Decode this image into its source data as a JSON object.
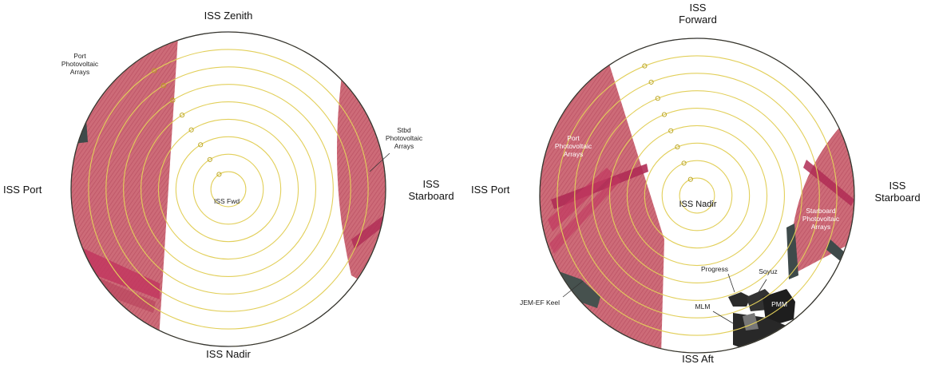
{
  "colors": {
    "ring": "#e2cf5a",
    "array_fill": "#cc6a76",
    "array_stripe": "#b8405a",
    "dark_strip": "#c0305a",
    "outline": "#333333",
    "hardware": "#2b2b2b"
  },
  "left_view": {
    "top_label": "ISS Zenith",
    "bottom_label": "ISS Nadir",
    "left_label": "ISS Port",
    "right_label": "ISS\nStarboard",
    "center_label": "ISS Fwd",
    "port_arrays_label": "Port\nPhotovoltaic\nArrays",
    "stbd_arrays_label": "Stbd\nPhotovoltaic\nArrays"
  },
  "right_view": {
    "top_label": "ISS\nForward",
    "bottom_label": "ISS Aft",
    "left_label": "ISS Port",
    "right_label": "ISS\nStarboard",
    "center_label": "ISS Nadir",
    "port_arrays_label": "Port\nPhotovoltaic\nArrays",
    "starboard_arrays_label": "Starboard\nPhotovoltaic\nArrays",
    "jem_label": "JEM-EF Keel",
    "progress_label": "Progress",
    "soyuz_label": "Soyuz",
    "pmm_label": "PMM",
    "mlm_label": "MLM"
  }
}
